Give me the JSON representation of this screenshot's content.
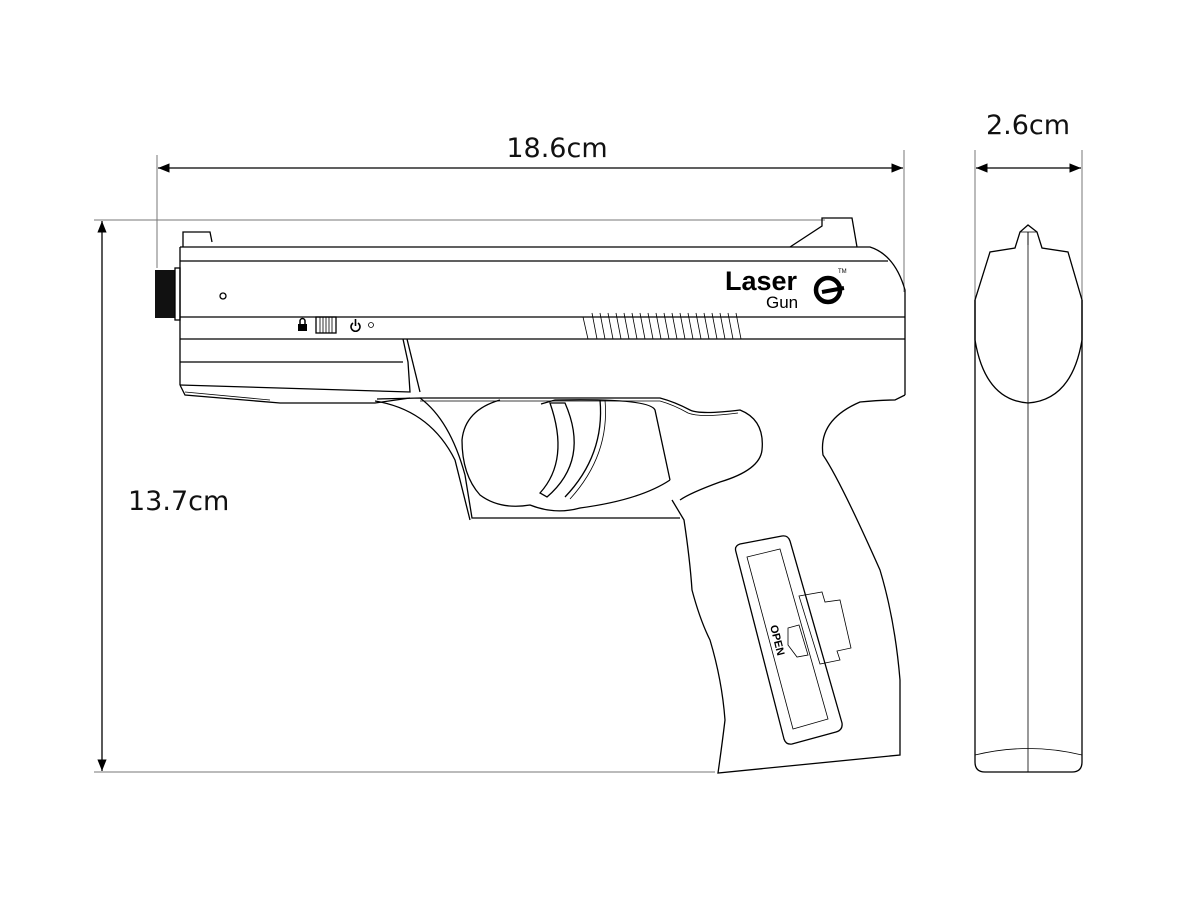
{
  "dimensions": {
    "length": "18.6cm",
    "height": "13.7cm",
    "width": "2.6cm"
  },
  "logo": {
    "line1": "Laser",
    "line2": "Gun",
    "trademark": "TM"
  },
  "grip_label": "OPEN",
  "colors": {
    "line": "#000000",
    "background": "#ffffff"
  }
}
